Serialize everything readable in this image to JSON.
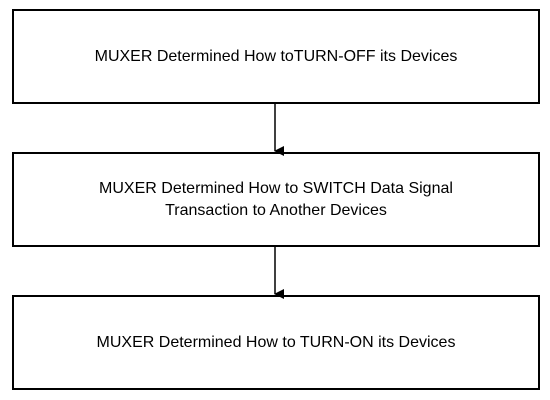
{
  "diagram": {
    "type": "flowchart",
    "nodes": [
      {
        "id": "step-1",
        "label": "MUXER Determined How toTURN-OFF its Devices"
      },
      {
        "id": "step-2",
        "label": "MUXER Determined How to SWITCH Data Signal Transaction to Another Devices"
      },
      {
        "id": "step-3",
        "label": "MUXER Determined How to TURN-ON its Devices"
      }
    ],
    "edges": [
      {
        "from": "step-1",
        "to": "step-2"
      },
      {
        "from": "step-2",
        "to": "step-3"
      }
    ],
    "colors": {
      "border": "#000000",
      "fill": "#ffffff",
      "text": "#000000"
    }
  }
}
